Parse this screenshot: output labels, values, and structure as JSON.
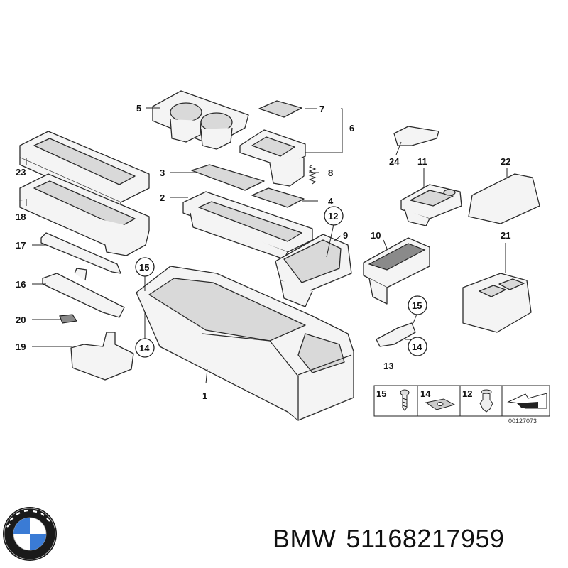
{
  "diagram": {
    "labels": {
      "p1": "1",
      "p2": "2",
      "p3": "3",
      "p4": "4",
      "p5": "5",
      "p6": "6",
      "p7": "7",
      "p8": "8",
      "p9": "9",
      "p10": "10",
      "p11": "11",
      "p12": "12",
      "p13": "13",
      "p14": "14",
      "p15": "15",
      "p16": "16",
      "p17": "17",
      "p18": "18",
      "p19": "19",
      "p20": "20",
      "p21": "21",
      "p22": "22",
      "p23": "23",
      "p24": "24",
      "c12": "12",
      "c15a": "15",
      "c14a": "14",
      "c15b": "15",
      "c14b": "14"
    },
    "legend": {
      "item15": "15",
      "item14": "14",
      "item12": "12"
    },
    "diagram_number": "00127073"
  },
  "footer": {
    "brand": "BMW",
    "part_number": "51168217959"
  }
}
